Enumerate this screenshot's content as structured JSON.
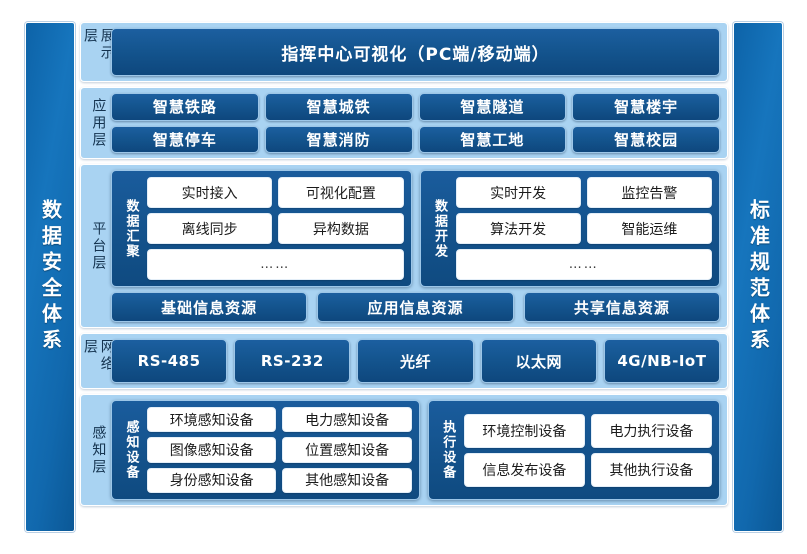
{
  "diagram": {
    "left_pillar": "数据安全体系",
    "right_pillar": "标准规范体系",
    "layers": {
      "display": {
        "label": "展示层",
        "banner": "指挥中心可视化（PC端/移动端）"
      },
      "application": {
        "label": "应用层",
        "row1": [
          "智慧铁路",
          "智慧城铁",
          "智慧隧道",
          "智慧楼宇"
        ],
        "row2": [
          "智慧停车",
          "智慧消防",
          "智慧工地",
          "智慧校园"
        ]
      },
      "platform": {
        "label": "平台层",
        "group_left": {
          "title": "数据汇聚",
          "row1": [
            "实时接入",
            "可视化配置"
          ],
          "row2": [
            "离线同步",
            "异构数据"
          ],
          "row3": "……"
        },
        "group_right": {
          "title": "数据开发",
          "row1": [
            "实时开发",
            "监控告警"
          ],
          "row2": [
            "算法开发",
            "智能运维"
          ],
          "row3": "……"
        },
        "resources": [
          "基础信息资源",
          "应用信息资源",
          "共享信息资源"
        ]
      },
      "network": {
        "label": "网络层",
        "items": [
          "RS-485",
          "RS-232",
          "光纤",
          "以太网",
          "4G/NB-IoT"
        ]
      },
      "perception": {
        "label": "感知层",
        "group_left": {
          "title": "感知设备",
          "row1": [
            "环境感知设备",
            "电力感知设备"
          ],
          "row2": [
            "图像感知设备",
            "位置感知设备"
          ],
          "row3": [
            "身份感知设备",
            "其他感知设备"
          ]
        },
        "group_right": {
          "title": "执行设备",
          "row1": [
            "环境控制设备",
            "电力执行设备"
          ],
          "row2": [
            "信息发布设备",
            "其他执行设备"
          ]
        }
      }
    },
    "colors": {
      "panel_light_blue": "#a9d3f2",
      "box_dark_blue": "#14538f",
      "pillar_blue": "#1168ad",
      "white_chip": "#ffffff",
      "page_background": "#ffffff"
    }
  }
}
